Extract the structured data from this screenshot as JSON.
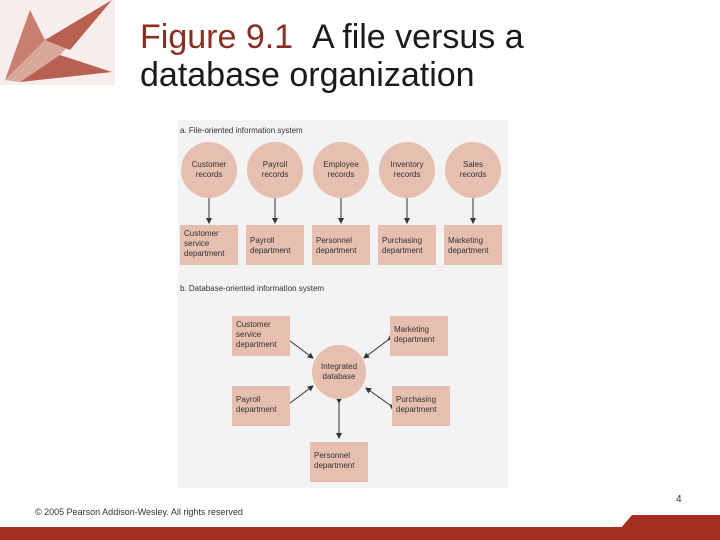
{
  "title": {
    "figure_label": "Figure 9.1",
    "text": "A file versus a",
    "text_line2": "database organization"
  },
  "diagram": {
    "section_a": "a. File-oriented information system",
    "records": [
      [
        "Customer",
        "records"
      ],
      [
        "Payroll",
        "records"
      ],
      [
        "Employee",
        "records"
      ],
      [
        "Inventory",
        "records"
      ],
      [
        "Sales",
        "records"
      ]
    ],
    "departments_a": [
      [
        "Customer",
        "service",
        "department"
      ],
      [
        "Payroll",
        "department"
      ],
      [
        "Personnel",
        "department"
      ],
      [
        "Purchasing",
        "department"
      ],
      [
        "Marketing",
        "department"
      ]
    ],
    "section_b": "b. Database-oriented information system",
    "database": [
      "Integrated",
      "database"
    ],
    "departments_b": {
      "customer_service": [
        "Customer",
        "service",
        "department"
      ],
      "marketing": [
        "Marketing",
        "department"
      ],
      "payroll": [
        "Payroll",
        "department"
      ],
      "purchasing": [
        "Purchasing",
        "department"
      ],
      "personnel": [
        "Personnel",
        "department"
      ]
    }
  },
  "footer": {
    "copyright": "© 2005 Pearson Addison-Wesley. All rights reserved",
    "page_number": "4"
  },
  "colors": {
    "node_fill": "#e6bfb0",
    "accent": "#a3301f",
    "figure_label": "#8b2e22"
  }
}
